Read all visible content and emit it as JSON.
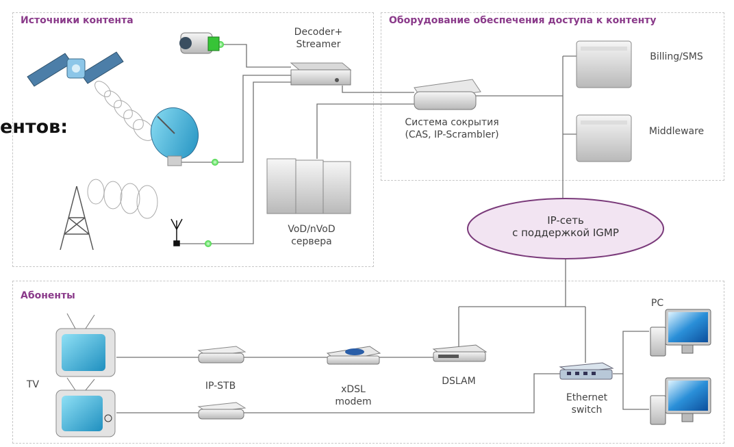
{
  "sections": {
    "sources": "Источники контента",
    "access": "Оборудование обеспечения доступа к контенту",
    "subscribers": "Абоненты"
  },
  "fragment_text": "ентов:",
  "labels": {
    "decoder": "Decoder+\nStreamer",
    "billing": "Billing/SMS",
    "middleware": "Middleware",
    "cas": "Система сокрытия\n(CAS, IP-Scrambler)",
    "vod": "VoD/nVoD\nсервера",
    "ipnet": "IP-сеть\nс поддержкой IGMP",
    "tv": "TV",
    "ipstb": "IP-STB",
    "xdsl": "xDSL\nmodem",
    "dslam": "DSLAM",
    "switch": "Ethernet\nswitch",
    "pc": "PC"
  },
  "colors": {
    "section_title": "#8a3a8a",
    "cloud_fill": "#f2e4f2",
    "cloud_stroke": "#7a3a7a",
    "link_dot": "#5ee85e",
    "screen": "#3fb8d8",
    "line": "#707070"
  }
}
